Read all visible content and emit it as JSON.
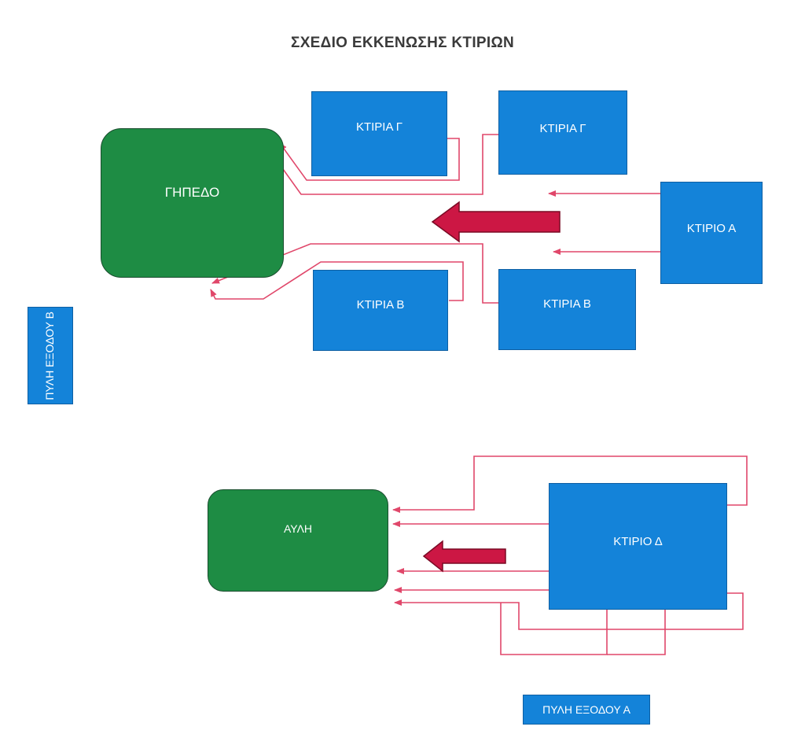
{
  "title": "ΣΧΕΔΙΟ ΕΚΚΕΝΩΣΗΣ ΚΤΙΡΙΩΝ",
  "areas": {
    "field": "ΓΗΠΕΔΟ",
    "yard": "ΑΥΛΗ"
  },
  "buildings": {
    "g_left": "ΚΤΙΡΙΑ Γ",
    "g_right": "ΚΤΙΡΙΑ Γ",
    "a": "ΚΤΙΡΙΟ Α",
    "b_left": "ΚΤΙΡΙΑ Β",
    "b_right": "ΚΤΙΡΙΑ Β",
    "d": "ΚΤΙΡΙΟ Δ"
  },
  "gates": {
    "gate_b": "ΠΥΛΗ ΕΞΟΔΟΥ Β",
    "gate_a": "ΠΥΛΗ ΕΞΟΔΟΥ Α"
  },
  "colors": {
    "building": "#1483d9",
    "green_area": "#1e8c44",
    "route": "#e0476a",
    "main_arrow": "#cc1744"
  }
}
